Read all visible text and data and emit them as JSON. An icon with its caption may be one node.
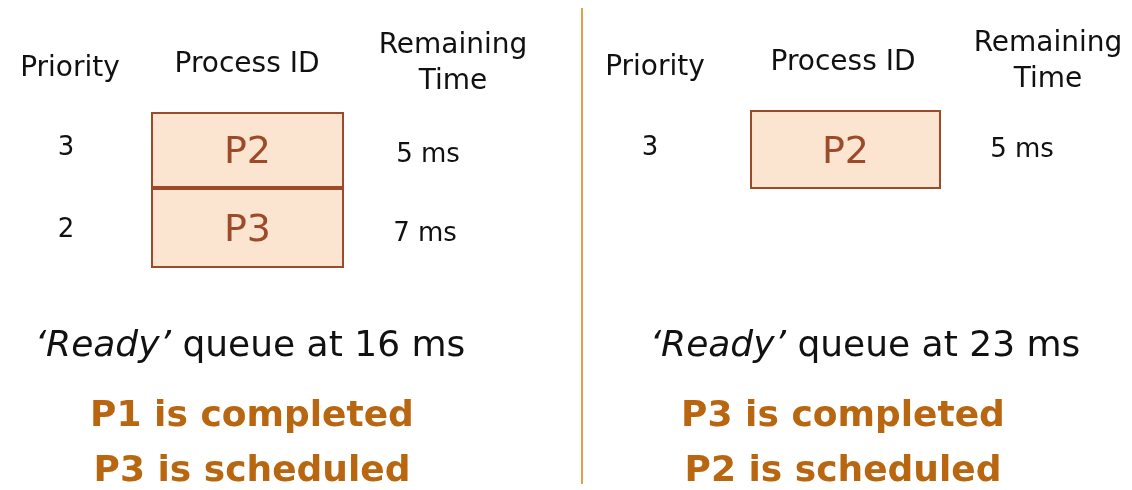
{
  "diagram": {
    "nodes": [
      {
        "text": [
          "P2"
        ]
      },
      {
        "text": [
          "P3"
        ]
      },
      {
        "text": [
          "P2"
        ]
      }
    ],
    "labels": [
      "Priority",
      "Process ID",
      "Remaining Time",
      "3",
      "5 ms",
      "2",
      "7 ms",
      "*‘Ready’* queue at 16 ms",
      "P1 is completed",
      "P3 is scheduled",
      "Priority",
      "Process ID",
      "Remaining Time",
      "3",
      "5 ms",
      "*‘Ready’* queue at 23 ms",
      "P3 is completed",
      "P2 is scheduled"
    ]
  }
}
